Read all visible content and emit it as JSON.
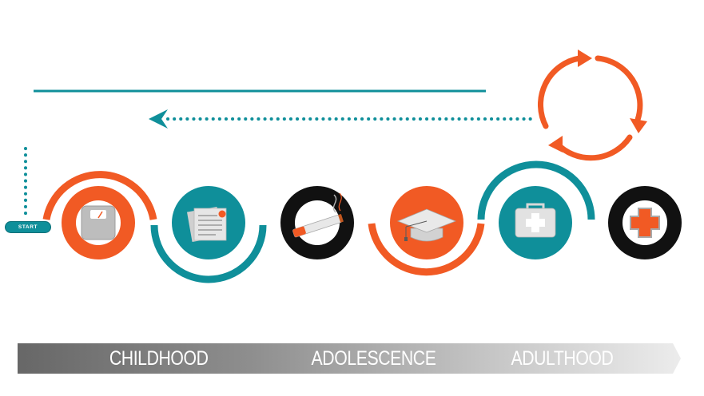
{
  "start_label": "START",
  "stages": [
    {
      "id": "childhood",
      "label": "CHILDHOOD"
    },
    {
      "id": "adolescence",
      "label": "ADOLESCENCE"
    },
    {
      "id": "adulthood",
      "label": "ADULTHOOD"
    }
  ],
  "icons": [
    {
      "name": "bathroom-scale-icon",
      "ring_color": "#f15a24"
    },
    {
      "name": "documents-icon",
      "ring_color": "#0f8f9a"
    },
    {
      "name": "cigarette-icon",
      "ring_color": "#111111"
    },
    {
      "name": "graduation-cap-icon",
      "ring_color": "#f15a24"
    },
    {
      "name": "first-aid-kit-icon",
      "ring_color": "#0f8f9a"
    },
    {
      "name": "medical-cross-icon",
      "ring_color": "#111111"
    }
  ],
  "colors": {
    "orange": "#f15a24",
    "teal": "#0f8f9a",
    "black": "#111111",
    "gray": "#bdbdbd"
  }
}
